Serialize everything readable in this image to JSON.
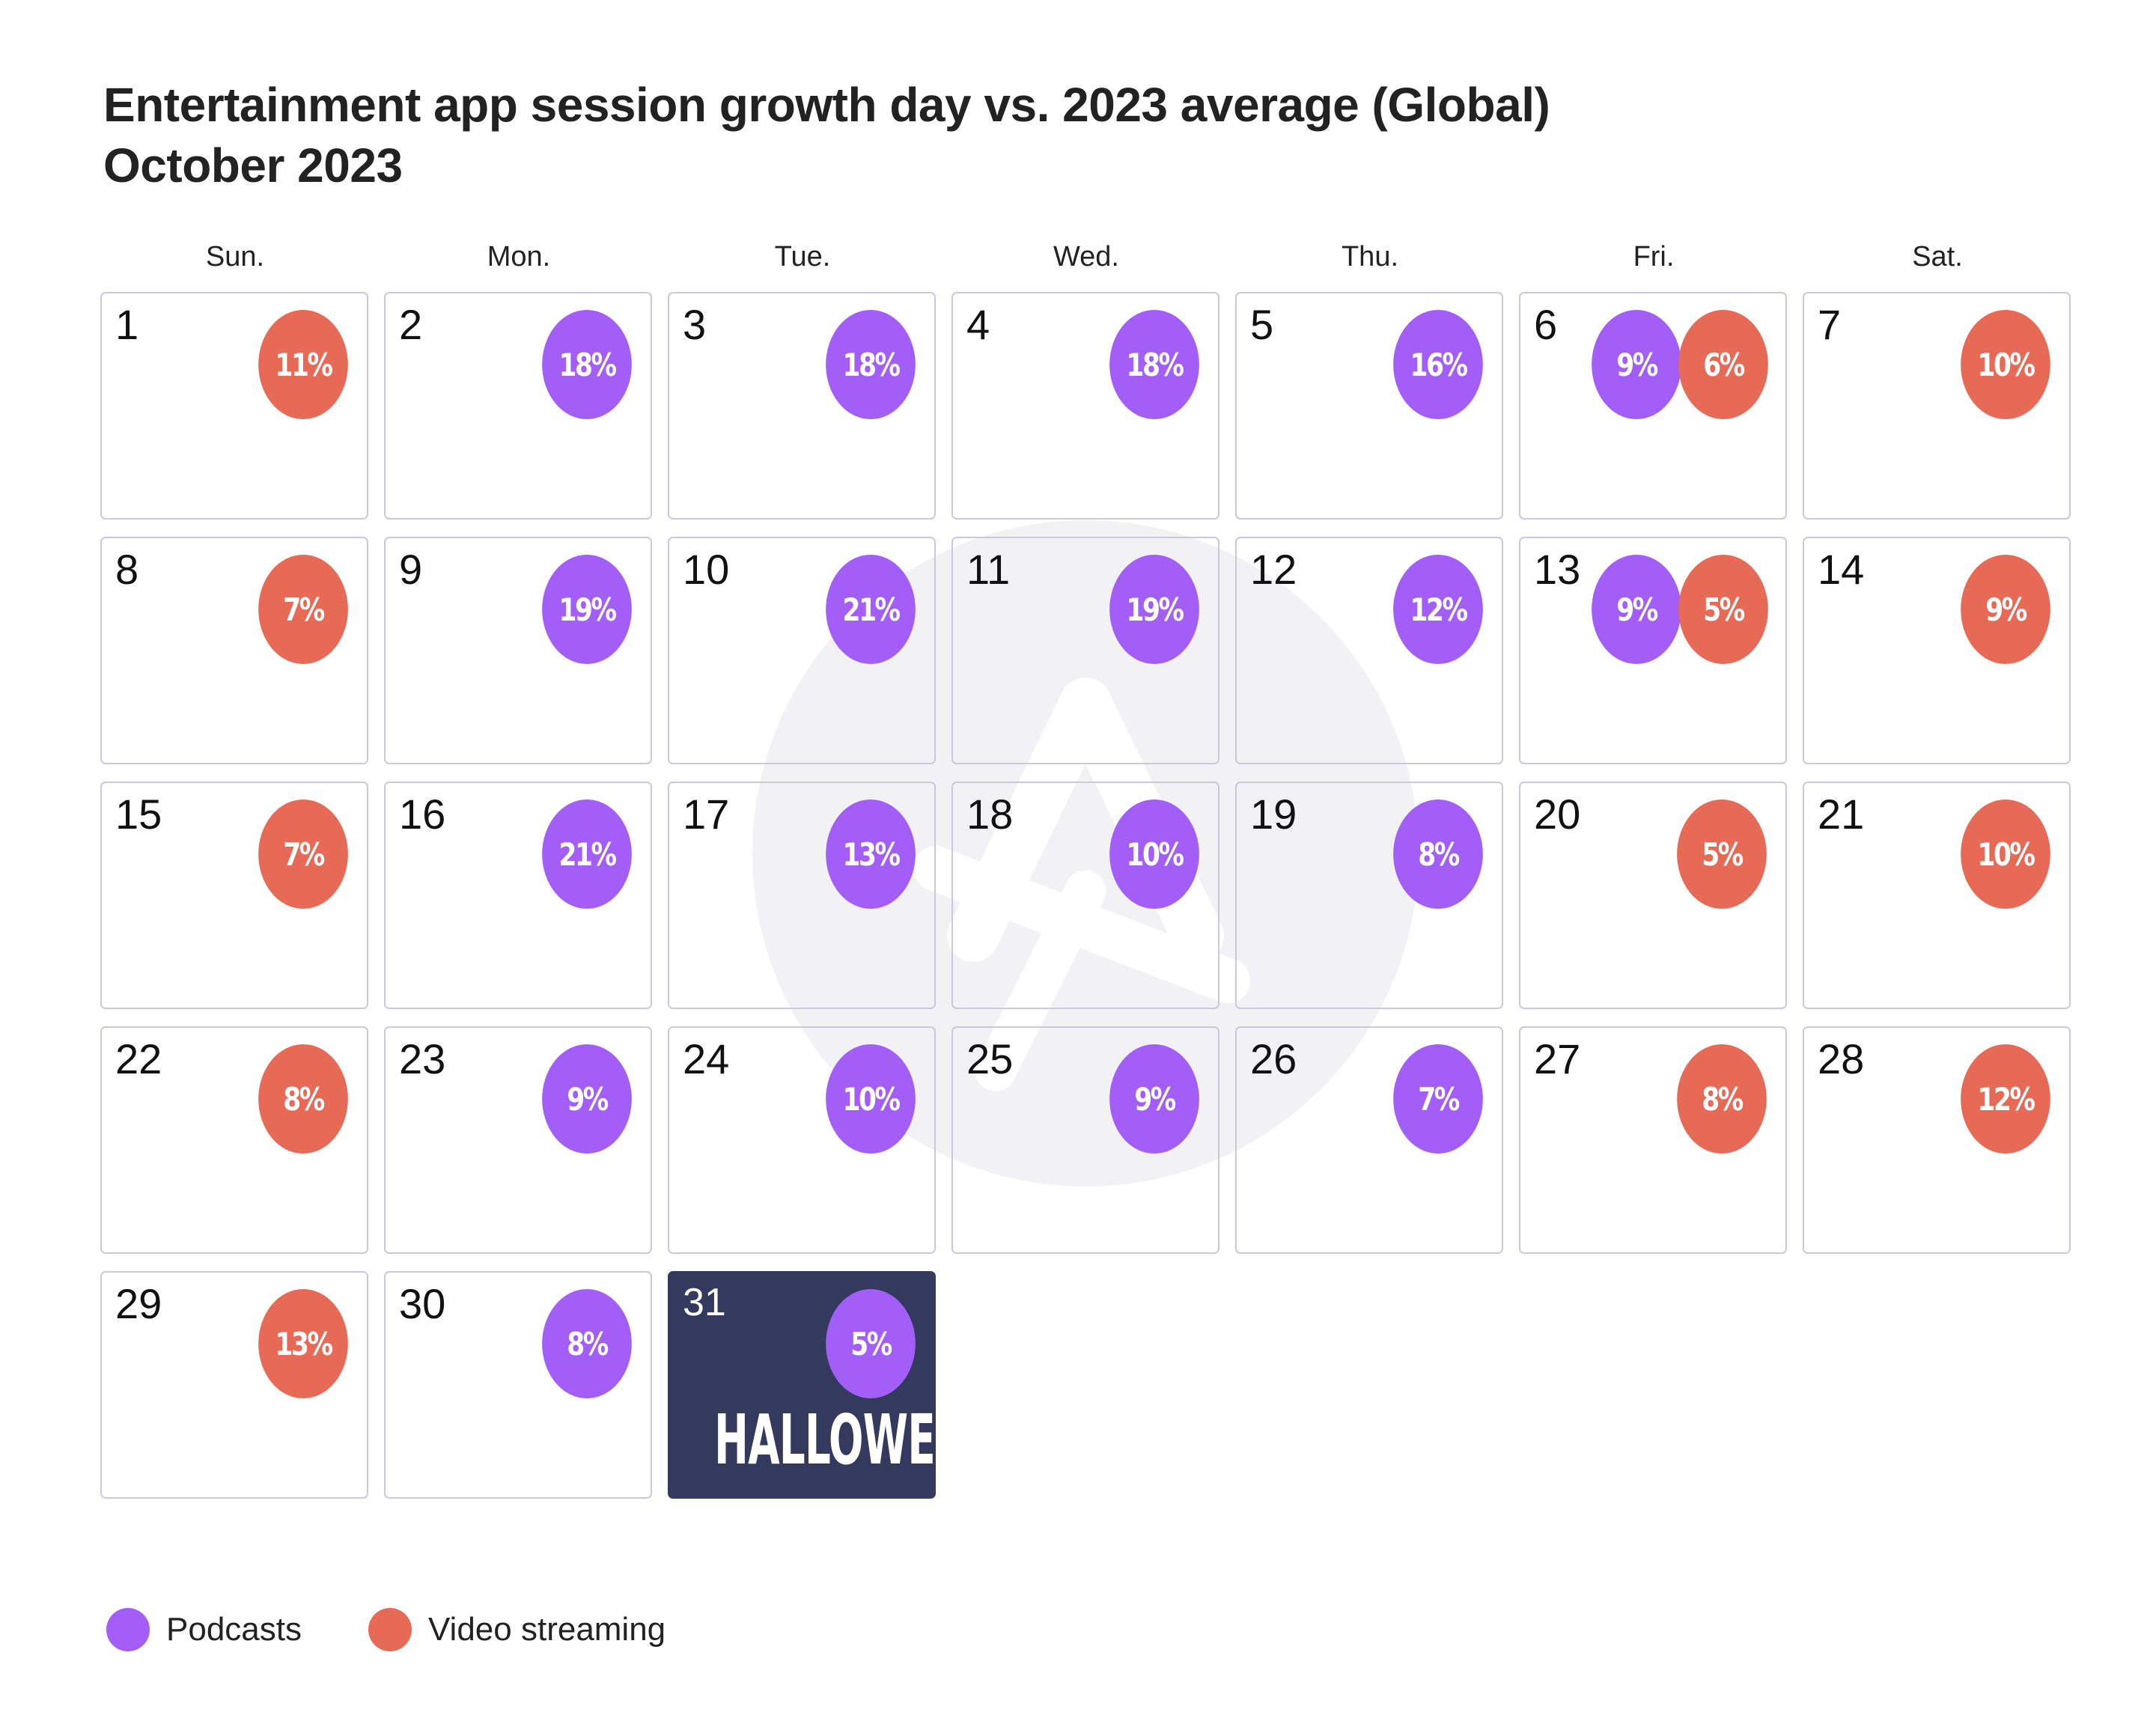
{
  "title_line1": "Entertainment app session growth day vs. 2023 average (Global)",
  "title_line2": "October 2023",
  "weekdays": [
    "Sun.",
    "Mon.",
    "Tue.",
    "Wed.",
    "Thu.",
    "Fri.",
    "Sat."
  ],
  "colors": {
    "podcasts": "#a25ef7",
    "video_streaming": "#e76a56",
    "event_cell": "#333a5e",
    "cell_border": "#c9c9dc"
  },
  "legend": {
    "podcasts": "Podcasts",
    "video_streaming": "Video streaming"
  },
  "chart_data": {
    "type": "table",
    "month": "October 2023",
    "first_weekday": "Sun.",
    "series": [
      {
        "name": "Podcasts",
        "color": "#a25ef7"
      },
      {
        "name": "Video streaming",
        "color": "#e76a56"
      }
    ],
    "days": [
      {
        "day": "1",
        "entries": [
          {
            "series": "Video streaming",
            "value": "11%"
          }
        ]
      },
      {
        "day": "2",
        "entries": [
          {
            "series": "Podcasts",
            "value": "18%"
          }
        ]
      },
      {
        "day": "3",
        "entries": [
          {
            "series": "Podcasts",
            "value": "18%"
          }
        ]
      },
      {
        "day": "4",
        "entries": [
          {
            "series": "Podcasts",
            "value": "18%"
          }
        ]
      },
      {
        "day": "5",
        "entries": [
          {
            "series": "Podcasts",
            "value": "16%"
          }
        ]
      },
      {
        "day": "6",
        "entries": [
          {
            "series": "Podcasts",
            "value": "9%"
          },
          {
            "series": "Video streaming",
            "value": "6%"
          }
        ]
      },
      {
        "day": "7",
        "entries": [
          {
            "series": "Video streaming",
            "value": "10%"
          }
        ]
      },
      {
        "day": "8",
        "entries": [
          {
            "series": "Video streaming",
            "value": "7%"
          }
        ]
      },
      {
        "day": "9",
        "entries": [
          {
            "series": "Podcasts",
            "value": "19%"
          }
        ]
      },
      {
        "day": "10",
        "entries": [
          {
            "series": "Podcasts",
            "value": "21%"
          }
        ]
      },
      {
        "day": "11",
        "entries": [
          {
            "series": "Podcasts",
            "value": "19%"
          }
        ]
      },
      {
        "day": "12",
        "entries": [
          {
            "series": "Podcasts",
            "value": "12%"
          }
        ]
      },
      {
        "day": "13",
        "entries": [
          {
            "series": "Podcasts",
            "value": "9%"
          },
          {
            "series": "Video streaming",
            "value": "5%"
          }
        ]
      },
      {
        "day": "14",
        "entries": [
          {
            "series": "Video streaming",
            "value": "9%"
          }
        ]
      },
      {
        "day": "15",
        "entries": [
          {
            "series": "Video streaming",
            "value": "7%"
          }
        ]
      },
      {
        "day": "16",
        "entries": [
          {
            "series": "Podcasts",
            "value": "21%"
          }
        ]
      },
      {
        "day": "17",
        "entries": [
          {
            "series": "Podcasts",
            "value": "13%"
          }
        ]
      },
      {
        "day": "18",
        "entries": [
          {
            "series": "Podcasts",
            "value": "10%"
          }
        ]
      },
      {
        "day": "19",
        "entries": [
          {
            "series": "Podcasts",
            "value": "8%"
          }
        ]
      },
      {
        "day": "20",
        "entries": [
          {
            "series": "Video streaming",
            "value": "5%"
          }
        ]
      },
      {
        "day": "21",
        "entries": [
          {
            "series": "Video streaming",
            "value": "10%"
          }
        ]
      },
      {
        "day": "22",
        "entries": [
          {
            "series": "Video streaming",
            "value": "8%"
          }
        ]
      },
      {
        "day": "23",
        "entries": [
          {
            "series": "Podcasts",
            "value": "9%"
          }
        ]
      },
      {
        "day": "24",
        "entries": [
          {
            "series": "Podcasts",
            "value": "10%"
          }
        ]
      },
      {
        "day": "25",
        "entries": [
          {
            "series": "Podcasts",
            "value": "9%"
          }
        ]
      },
      {
        "day": "26",
        "entries": [
          {
            "series": "Podcasts",
            "value": "7%"
          }
        ]
      },
      {
        "day": "27",
        "entries": [
          {
            "series": "Video streaming",
            "value": "8%"
          }
        ]
      },
      {
        "day": "28",
        "entries": [
          {
            "series": "Video streaming",
            "value": "12%"
          }
        ]
      },
      {
        "day": "29",
        "entries": [
          {
            "series": "Video streaming",
            "value": "13%"
          }
        ]
      },
      {
        "day": "30",
        "entries": [
          {
            "series": "Podcasts",
            "value": "8%"
          }
        ]
      },
      {
        "day": "31",
        "entries": [
          {
            "series": "Podcasts",
            "value": "5%"
          }
        ],
        "event": "HALLOWEEN"
      }
    ]
  }
}
